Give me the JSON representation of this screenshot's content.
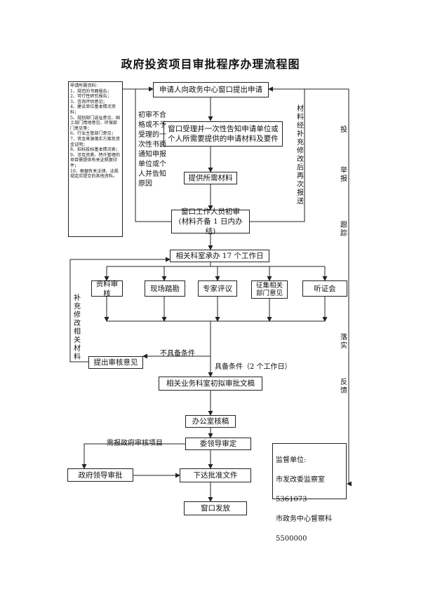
{
  "title": "政府投资项目审批程序办理流程图",
  "materials_note": "申请所需资料：\n1、规范的书面报告；\n2、可行性研究报告；\n3、咨询评估意见；\n4、建设单位基本情况资料；\n5、规划部门选址意见、国土部门用地意见、环保部门意见等；\n6、行业主管部门意见；\n7、资金来源落实方案及资金证明；\n8、招标投标基本情况表；\n9、涉及资质、特许管理的项目需提供有关证照复印件；\n10、根据有关法律、法规规定应提交的其他资料。",
  "nodes": {
    "apply": "申请人向政务中心窗口提出申请",
    "accept": "窗口受理并一次性告知申请单位或\n个人所需要提供的申请材料及要件",
    "provide": "提供所需材料",
    "initial_review": "窗口工作人员初审\n(材料齐备 1 日内办结)",
    "department": "相关科室承办 17 个工作日",
    "material_review": "资料审核",
    "site_survey": "现场踏勘",
    "expert_review": "专家评议",
    "collect_opinions": "征集相关\n部门意见",
    "hearing": "听证会",
    "review_opinion": "提出审核意见",
    "draft": "相关业务科室初拟审批文稿",
    "office_review": "办公室核稿",
    "leader_review": "委领导审定",
    "gov_approval": "政府领导审批",
    "issue": "下达批准文件",
    "window_issue": "窗口发放"
  },
  "labels": {
    "initial_not_ok": "初审不合格或不予受理的一次性书面通知申报单位或个人并告知原因",
    "resubmit": "材料经补充修改后再次报送",
    "supplement": "补充修改相关材料",
    "not_qualified": "不具备条件",
    "qualified": "具备条件（2 个工作日）",
    "needs_gov": "需报政府审核项目"
  },
  "report_side": [
    "投",
    "举报",
    "跟踪",
    "落实",
    "反馈"
  ],
  "supervision": {
    "heading": "监督单位:",
    "unit1": "市发改委监察室",
    "phone1": "5361073",
    "unit2": "市政务中心督察科",
    "phone2": "5500000"
  }
}
